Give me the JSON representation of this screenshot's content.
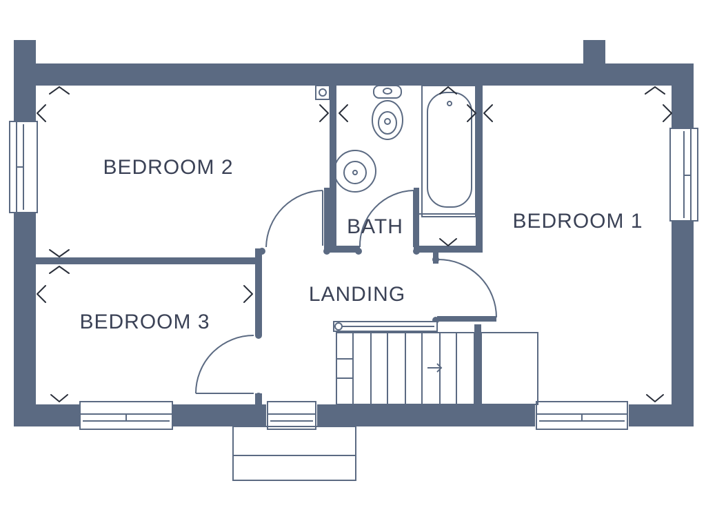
{
  "colors": {
    "wall": "#5b6a82",
    "label": "#3b4256",
    "marker": "#2a2f3a",
    "background": "#ffffff"
  },
  "rooms": {
    "bedroom_2": "BEDROOM 2",
    "bedroom_3": "BEDROOM 3",
    "bedroom_1": "BEDROOM 1",
    "bath": "BATH",
    "landing": "LANDING"
  },
  "icons": {
    "dimension_marker": "chevron-marker",
    "toilet": "toilet-icon",
    "basin": "basin-icon",
    "bathtub": "bathtub-icon",
    "stair_arrow": "stair-direction-arrow-icon"
  }
}
